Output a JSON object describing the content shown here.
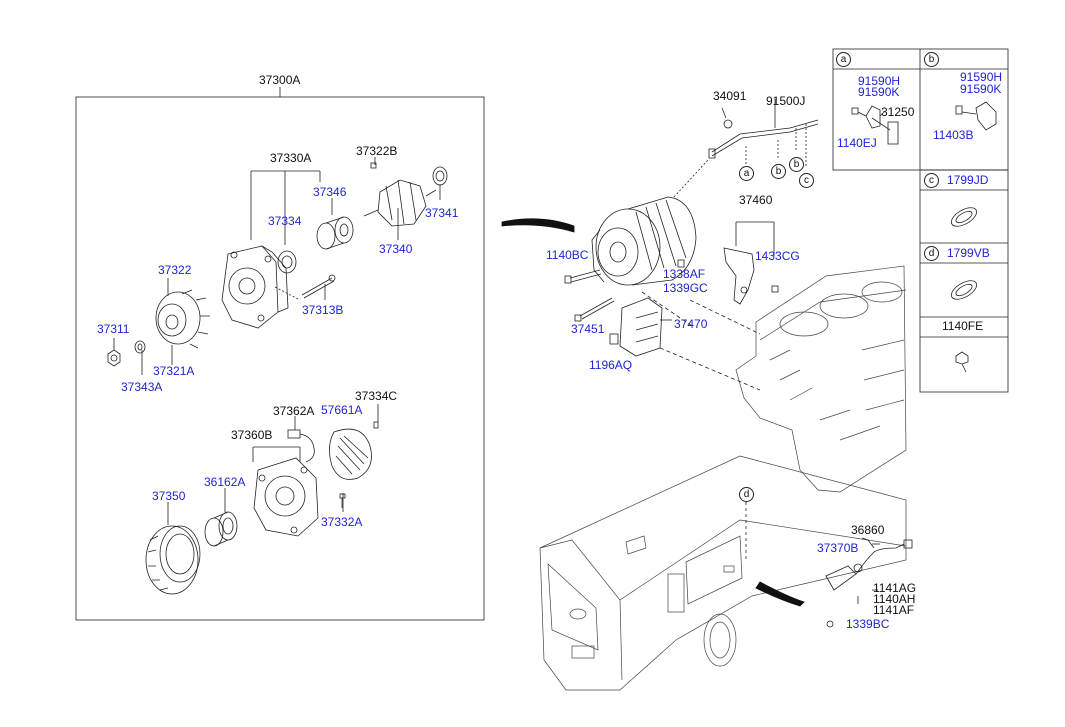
{
  "assembly_label": "37300A",
  "parts": {
    "p37330A": "37330A",
    "p37322B": "37322B",
    "p37346": "37346",
    "p37341": "37341",
    "p37334": "37334",
    "p37340": "37340",
    "p37322": "37322",
    "p37313B": "37313B",
    "p37311": "37311",
    "p37321A": "37321A",
    "p37343A": "37343A",
    "p37362A": "37362A",
    "p37334C": "37334C",
    "p57661A": "57661A",
    "p37360B": "37360B",
    "p37350": "37350",
    "p36162A": "36162A",
    "p37332A": "37332A",
    "p34091": "34091",
    "p91500J": "91500J",
    "p37460": "37460",
    "p1140BC": "1140BC",
    "p1433CG": "1433CG",
    "p1338AF": "1338AF",
    "p1339GC": "1339GC",
    "p37451": "37451",
    "p37470": "37470",
    "p1196AQ": "1196AQ",
    "p36860": "36860",
    "p37370B": "37370B",
    "p1141AG": "1141AG",
    "p1140AH": "1140AH",
    "p1141AF": "1141AF",
    "p1339BC": "1339BC"
  },
  "callouts": {
    "a": "a",
    "b": "b",
    "c": "c",
    "d": "d"
  },
  "table": {
    "a_letter": "a",
    "b_letter": "b",
    "c_letter": "c",
    "d_letter": "d",
    "a_91590H": "91590H",
    "a_91590K": "91590K",
    "a_31250": "31250",
    "a_1140EJ": "1140EJ",
    "b_91590H": "91590H",
    "b_91590K": "91590K",
    "b_11403B": "11403B",
    "c_code": "1799JD",
    "d_code": "1799VB",
    "e_code": "1140FE"
  }
}
